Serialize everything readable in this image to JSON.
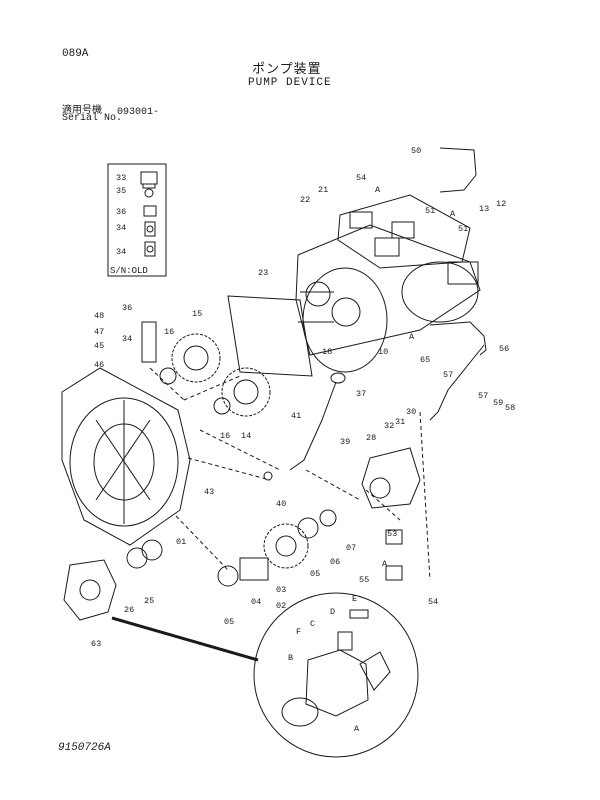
{
  "header": {
    "page_code": "089A",
    "title_jp": "ポンプ装置",
    "title_en": "PUMP DEVICE",
    "serial_label_jp": "適用号機",
    "serial_label_en": "Serial No.",
    "serial_value": "093001-"
  },
  "inset_box": {
    "label": "S/N:OLD"
  },
  "footer": {
    "drawing_no": "9150726A"
  },
  "part_labels": [
    "50",
    "54",
    "A",
    "21",
    "22",
    "51",
    "A",
    "51",
    "13",
    "12",
    "23",
    "33",
    "35",
    "36",
    "34",
    "34",
    "48",
    "47",
    "45",
    "46",
    "36",
    "34",
    "16",
    "15",
    "16",
    "14",
    "18",
    "10",
    "A",
    "65",
    "56",
    "57",
    "57",
    "59",
    "58",
    "37",
    "41",
    "39",
    "32",
    "31",
    "30",
    "28",
    "40",
    "43",
    "01",
    "53",
    "06",
    "05",
    "07",
    "03",
    "02",
    "04",
    "05",
    "26",
    "25",
    "55",
    "A",
    "54",
    "63",
    "E",
    "D",
    "F",
    "C",
    "B",
    "A"
  ]
}
